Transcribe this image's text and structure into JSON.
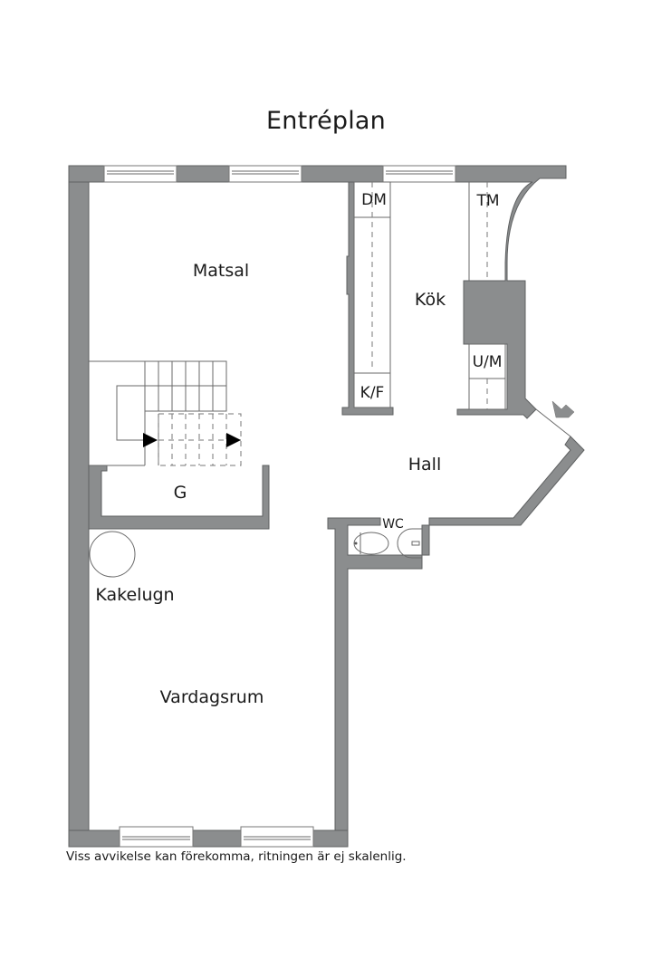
{
  "plan": {
    "title": "Entréplan",
    "disclaimer": "Viss avvikelse kan förekomma, ritningen är ej skalenlig.",
    "wall_color": "#8b8d8e",
    "rooms": {
      "matsal": "Matsal",
      "kok": "Kök",
      "hall": "Hall",
      "g": "G",
      "wc": "WC",
      "kakelugn": "Kakelugn",
      "vardagsrum": "Vardagsrum"
    },
    "appliances": {
      "dm": "DM",
      "tm": "TM",
      "kf": "K/F",
      "um": "U/M"
    },
    "entrance_icon": "entrance-arrow-icon"
  }
}
